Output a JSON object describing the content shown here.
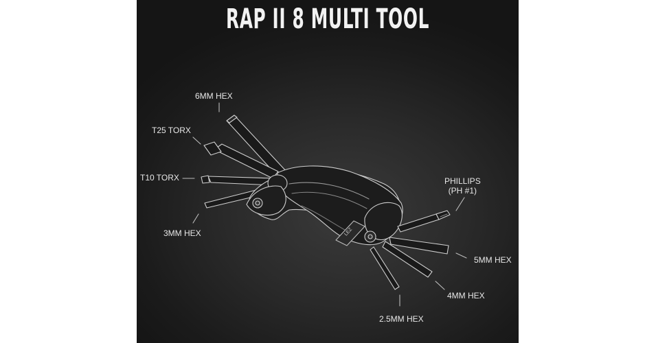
{
  "title": "RAP II 8 MULTI TOOL",
  "labels": {
    "hex6": "6MM HEX",
    "t25": "T25 TORX",
    "t10": "T10 TORX",
    "hex3": "3MM HEX",
    "phillips_line1": "PHILLIPS",
    "phillips_line2": "(PH #1)",
    "hex5": "5MM HEX",
    "hex4": "4MM HEX",
    "hex25": "2.5MM HEX"
  },
  "colors": {
    "background": "#1e1e1e",
    "text": "#e8e8e8",
    "outline": "#d0d0d0"
  }
}
